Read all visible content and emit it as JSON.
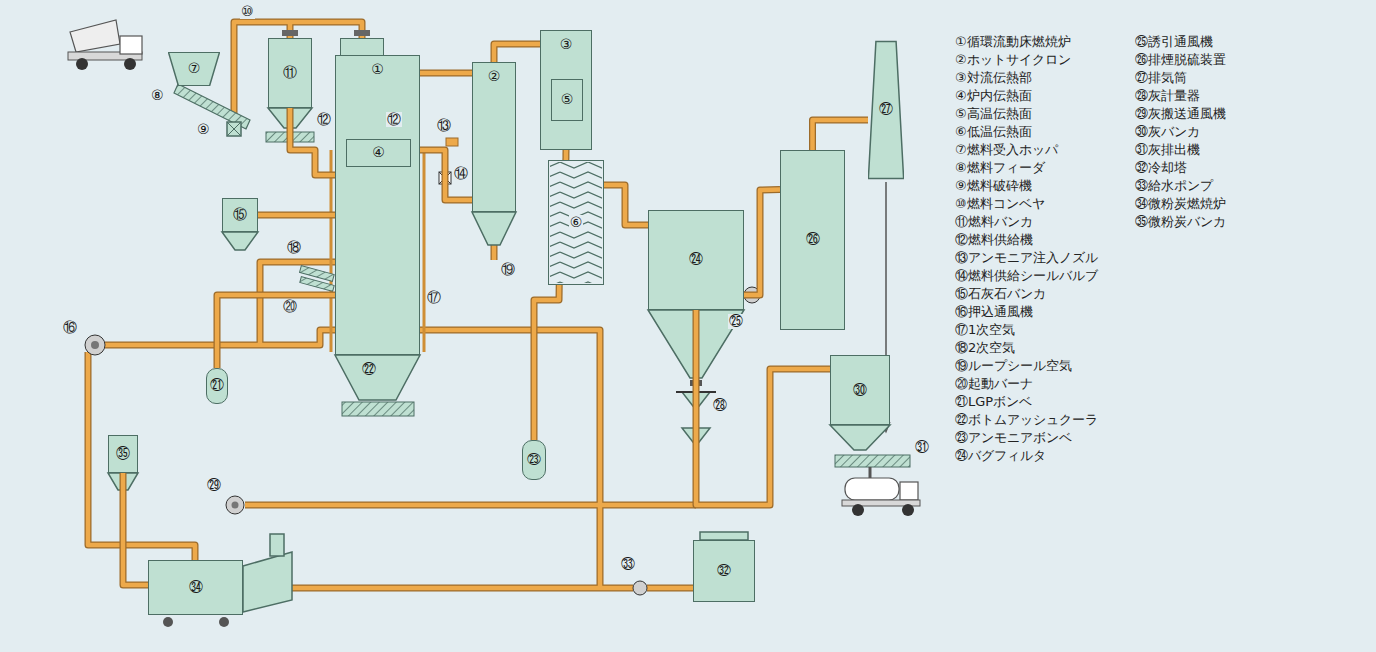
{
  "diagram": {
    "nodes": [
      {
        "text": [
          "⑦"
        ]
      },
      {
        "text": [
          "⑪"
        ]
      },
      {
        "text": [
          "⑪"
        ]
      },
      {
        "text": [
          "①"
        ]
      },
      {
        "text": [
          "④"
        ],
        "in": 3
      },
      {
        "text": [
          "②"
        ]
      },
      {
        "text": [
          "③"
        ]
      },
      {
        "text": [
          "⑤"
        ],
        "in": 6
      },
      {
        "text": [
          "⑥"
        ]
      },
      {
        "text": [
          "⑮"
        ]
      },
      {
        "text": [
          "㉑"
        ]
      },
      {
        "text": [
          "㉓"
        ]
      },
      {
        "text": [
          "㉔"
        ]
      },
      {
        "text": [
          "㉖"
        ]
      },
      {
        "text": [
          "㉗"
        ]
      },
      {
        "text": [
          "㉚"
        ]
      },
      {
        "text": [
          "㉜"
        ]
      },
      {
        "text": [
          "㉞"
        ]
      },
      {
        "text": [
          "㉟"
        ]
      }
    ],
    "edges": [
      {
        "from": 1,
        "to": 3,
        "arrow": "none"
      },
      {
        "from": 2,
        "to": 5,
        "arrow": "none"
      },
      {
        "from": 3,
        "to": 5,
        "arrow": "none"
      },
      {
        "from": 5,
        "to": 6,
        "arrow": "none"
      },
      {
        "from": 8,
        "to": 12,
        "arrow": "none"
      },
      {
        "from": 12,
        "to": 13,
        "arrow": "none"
      },
      {
        "from": 13,
        "to": 14,
        "arrow": "none"
      },
      {
        "from": 9,
        "to": 3,
        "arrow": "none"
      },
      {
        "from": 10,
        "to": 3,
        "arrow": "none"
      },
      {
        "from": 12,
        "to": 15,
        "arrow": "none"
      },
      {
        "from": 18,
        "to": 17,
        "arrow": "none"
      },
      {
        "from": 11,
        "to": 8,
        "arrow": "none"
      },
      {
        "from": 6,
        "to": 8,
        "arrow": "none"
      }
    ],
    "labels": [
      "⑧",
      "⑨",
      "⑩",
      "⑫",
      "⑫",
      "⑬",
      "⑭",
      "⑯",
      "⑰",
      "⑱",
      "⑳",
      "⑲",
      "㉒",
      "㉕",
      "㉘",
      "㉙",
      "㉛",
      "㉝",
      "①循環流動床燃焼炉",
      "②ホットサイクロン",
      "③対流伝熱部",
      "④炉内伝熱面",
      "⑤高温伝熱面",
      "⑥低温伝熱面",
      "⑦燃料受入ホッパ",
      "⑧燃料フィーダ",
      "⑨燃料破砕機",
      "⑩燃料コンベヤ",
      "⑪燃料バンカ",
      "⑫燃料供給機",
      "⑬アンモニア注入ノズル",
      "⑭燃料供給シールバルブ",
      "⑮石灰石バンカ",
      "⑯押込通風機",
      "⑰1次空気",
      "⑱2次空気",
      "⑲ループシール空気",
      "⑳起動バーナ",
      "㉑LGPボンベ",
      "㉒ボトムアッシュクーラ",
      "㉓アンモニアボンベ",
      "㉔バグフィルタ",
      "㉕誘引通風機",
      "㉖排煙脱硫装置",
      "㉗排気筒",
      "㉘灰計量器",
      "㉙灰搬送通風機",
      "㉚灰バンカ",
      "㉛灰排出機",
      "㉜冷却塔",
      "㉝給水ポンプ",
      "㉞微粉炭燃焼炉",
      "㉟微粉炭バンカ"
    ]
  }
}
